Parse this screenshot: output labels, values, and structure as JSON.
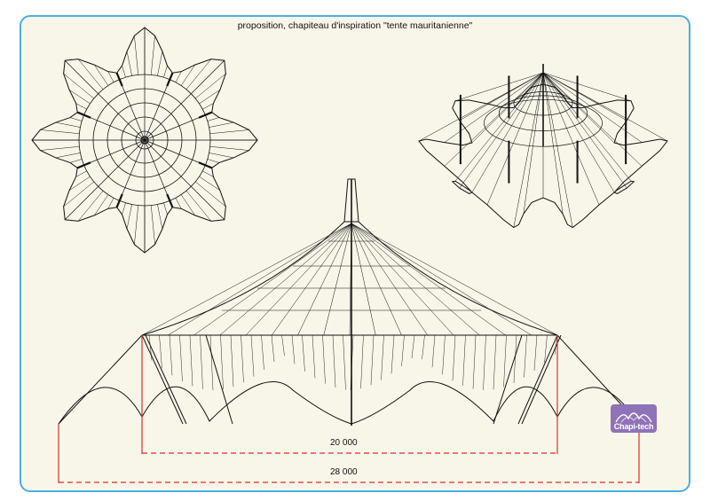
{
  "title": "proposition, chapiteau d'inspiration \"tente mauritanienne\"",
  "dimensions": {
    "inner_span": "20 000",
    "outer_span": "28 000"
  },
  "logo": {
    "text": "Chapi-tech"
  },
  "colors": {
    "border": "#4aaee4",
    "background": "#f8f6e8",
    "line": "#111111",
    "dimension": "#d93030",
    "logo": "#8f72b8"
  }
}
